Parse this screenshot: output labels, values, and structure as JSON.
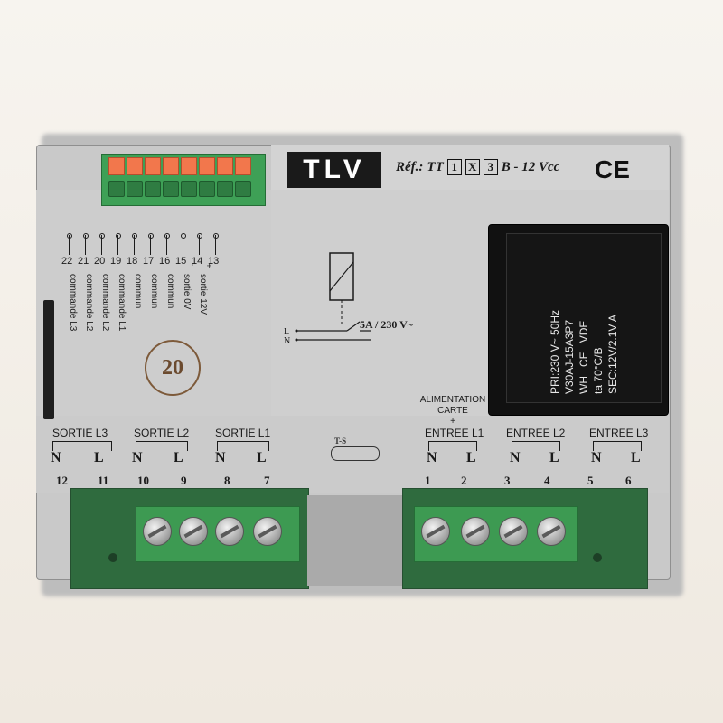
{
  "brand": "TLV",
  "reference": {
    "prefix": "Réf.:",
    "model": "TT",
    "box1": "1",
    "box2": "X",
    "box3": "3",
    "suffix": "B - 12 Vcc"
  },
  "certification": "CE",
  "badge_number": "20",
  "relay": {
    "rating": "5A / 230 V~",
    "l_label": "L",
    "n_label": "N"
  },
  "transformer": {
    "lines": [
      "PRI:230 V~ 50Hz",
      "V30AJ-15A3P7",
      "ta 70°C/B",
      "SEC:12V/2.1V A"
    ],
    "marks": [
      "WH",
      "CE",
      "VDE"
    ]
  },
  "top_pins": {
    "numbers": [
      "22",
      "21",
      "20",
      "19",
      "18",
      "17",
      "16",
      "15",
      "14",
      "13"
    ],
    "labels": [
      "commande L3",
      "commande L2",
      "commande L2",
      "commande L1",
      "commun",
      "commun",
      "commun",
      "sortie 0V",
      "sortie 12V",
      "-",
      "+"
    ]
  },
  "outputs": [
    {
      "label": "SORTIE L3",
      "n": "N",
      "l": "L",
      "n_num": "12",
      "l_num": "11"
    },
    {
      "label": "SORTIE L2",
      "n": "N",
      "l": "L",
      "n_num": "10",
      "l_num": "9"
    },
    {
      "label": "SORTIE L1",
      "n": "N",
      "l": "L",
      "n_num": "8",
      "l_num": "7"
    }
  ],
  "inputs": [
    {
      "label": "ENTREE L1",
      "n": "N",
      "l": "L",
      "n_num": "1",
      "l_num": "2"
    },
    {
      "label": "ENTREE L2",
      "n": "N",
      "l": "L",
      "n_num": "3",
      "l_num": "4"
    },
    {
      "label": "ENTREE L3",
      "n": "N",
      "l": "L",
      "n_num": "5",
      "l_num": "6"
    }
  ],
  "alimentation": {
    "line1": "ALIMENTATION",
    "line2": "CARTE",
    "line3": "+"
  },
  "ts_mark": "T-S"
}
